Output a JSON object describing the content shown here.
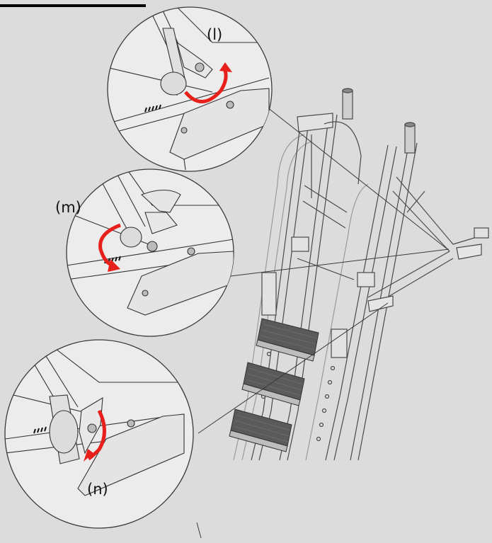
{
  "callouts": {
    "l": {
      "label": "(l)"
    },
    "m": {
      "label": "(m)"
    },
    "n": {
      "label": "(n)"
    }
  },
  "colors": {
    "background": "#dcdcdc",
    "line": "#3a3a3a",
    "arrow": "#e8201c",
    "header_bar": "#000000"
  }
}
